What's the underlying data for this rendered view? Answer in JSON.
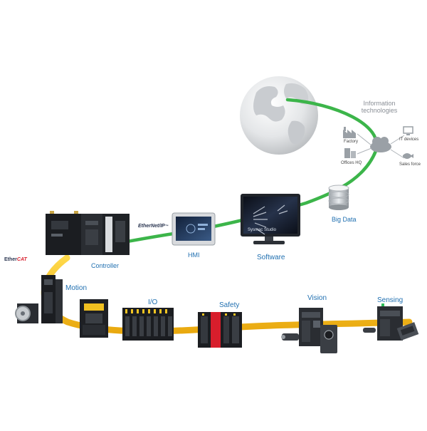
{
  "info_tech": {
    "line1": "Information",
    "line2": "technologies"
  },
  "it_nodes": {
    "factory": "Factory",
    "offices_hq": "Offices HQ",
    "it_devices": "IT devices",
    "sales_force": "Sales force"
  },
  "big_data": "Big Data",
  "software": "Software",
  "software_screen": "Sysmac Studio",
  "hmi": "HMI",
  "controller": "Controller",
  "ethernet_ip": {
    "main": "EtherNet/IP",
    "mark": "™"
  },
  "ethercat": {
    "ether": "Ether",
    "cat": "CAT"
  },
  "devices": {
    "motion": "Motion",
    "io": "I/O",
    "safety": "Safety",
    "vision": "Vision",
    "sensing": "Sensing"
  },
  "colors": {
    "ethernet_line": "#3cb54a",
    "ethercat_line": "#f6c21a",
    "label_blue": "#1f6fb0",
    "label_grey": "#8a8f96",
    "safety_red": "#d81e2c"
  }
}
